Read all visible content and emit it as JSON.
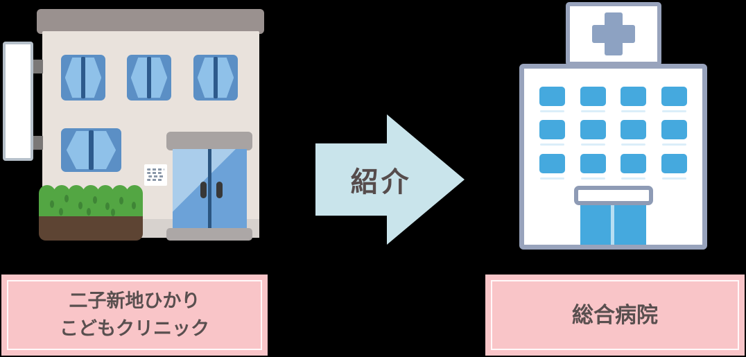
{
  "diagram": {
    "arrow_label": "紹介",
    "clinic": {
      "name_line1": "二子新地ひかり",
      "name_line2": "こどもクリニック"
    },
    "hospital": {
      "name": "総合病院"
    }
  },
  "colors": {
    "background": "#000000",
    "label_box_pink": "#f9c5c8",
    "label_box_inner_border": "#ffffff",
    "label_text": "#594f4f",
    "arrow_fill": "#c9e4eb",
    "arrow_text": "#564c4c",
    "hospital_window_blue": "#45a9de",
    "hospital_trim_blue_gray": "#98a3bc",
    "hospital_cross_blue_gray": "#8da2c2",
    "clinic_roof_gray": "#9a918f",
    "clinic_wall_beige": "#e9e2dc",
    "clinic_window_frame_blue": "#5b8fc5",
    "clinic_window_light_blue": "#8fc1e9",
    "clinic_door_blue": "#6ca2d8",
    "hedge_green": "#53a643",
    "planter_brown": "#5d4433"
  }
}
